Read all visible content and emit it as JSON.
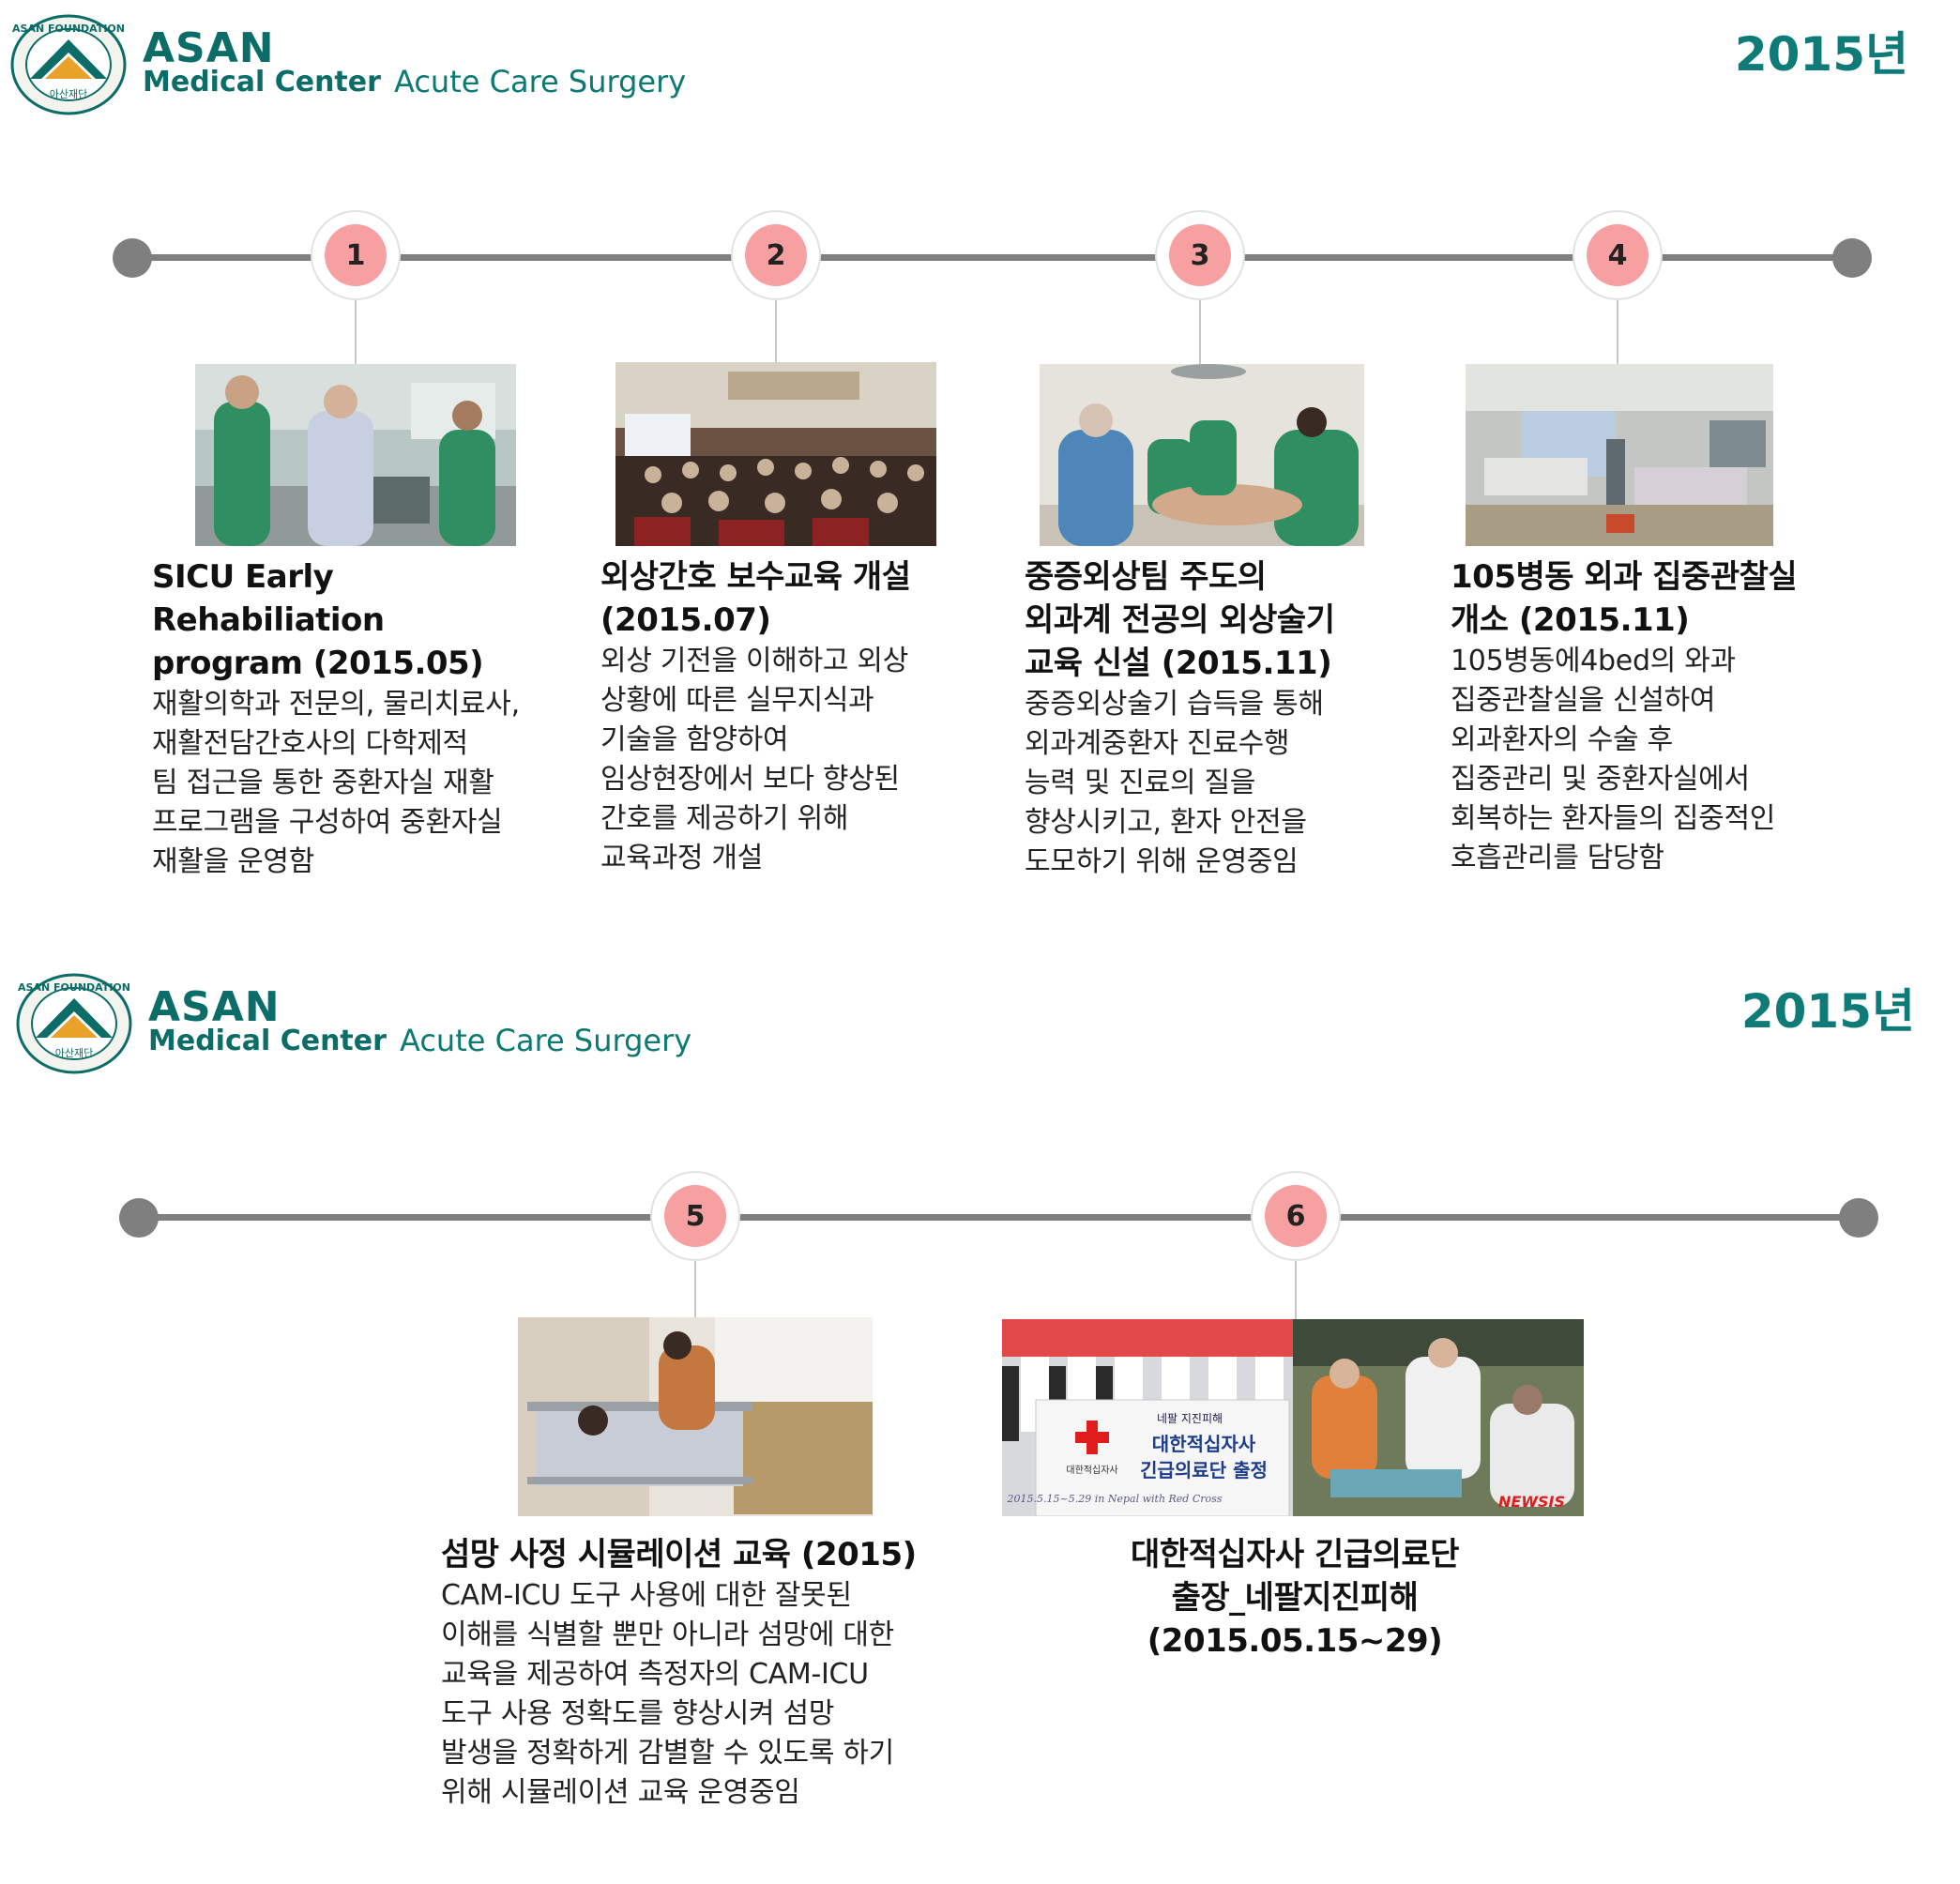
{
  "panels": [
    {
      "brand": {
        "name": "ASAN",
        "subname": "Medical Center",
        "department": "Acute Care Surgery",
        "logo_ring_text": "ASAN FOUNDATION",
        "logo_korean": "아산재단"
      },
      "year": "2015년",
      "items": [
        {
          "number": "1",
          "title": "SICU Early Rehabiliation\nprogram (2015.05)",
          "desc": "재활의학과 전문의, 물리치료사,\n재활전담간호사의 다학제적\n팀 접근을 통한 중환자실 재활\n프로그램을 구성하여 중환자실\n재활을 운영함"
        },
        {
          "number": "2",
          "title": "외상간호 보수교육 개설\n(2015.07)",
          "desc": "외상 기전을 이해하고 외상\n상황에 따른 실무지식과\n기술을 함양하여\n임상현장에서 보다 향상된\n간호를 제공하기 위해\n교육과정 개설"
        },
        {
          "number": "3",
          "title": "중증외상팀 주도의\n외과계 전공의 외상술기\n교육 신설 (2015.11)",
          "desc": "중증외상술기 습득을 통해\n외과계중환자 진료수행\n능력 및 진료의 질을\n향상시키고, 환자 안전을\n도모하기 위해 운영중임"
        },
        {
          "number": "4",
          "title": "105병동 외과 집중관찰실\n개소 (2015.11)",
          "desc": "105병동에4bed의 와과\n집중관찰실을 신설하여\n외과환자의 수술 후\n집중관리 및 중환자실에서\n회복하는 환자들의 집중적인\n호흡관리를 담당함"
        }
      ]
    },
    {
      "brand": {
        "name": "ASAN",
        "subname": "Medical Center",
        "department": "Acute Care Surgery",
        "logo_ring_text": "ASAN FOUNDATION",
        "logo_korean": "아산재단"
      },
      "year": "2015년",
      "items": [
        {
          "number": "5",
          "title": "섬망 사정 시뮬레이션 교육 (2015)",
          "desc": "CAM-ICU 도구 사용에 대한 잘못된\n이해를 식별할 뿐만 아니라 섬망에 대한\n교육을 제공하여 측정자의 CAM-ICU\n도구 사용 정확도를 향상시켜 섬망\n발생을 정확하게 감별할 수 있도록 하기\n위해  시뮬레이션 교육 운영중임"
        },
        {
          "number": "6",
          "title": "대한적십자사 긴급의료단\n출장_네팔지진피해\n(2015.05.15~29)",
          "desc": "",
          "photo_text": {
            "banner_line1": "네팔 지진피해",
            "banner_line2": "대한적십자사",
            "banner_line3": "긴급의료단 출정",
            "banner_org": "대한적십자사",
            "banner_caption": "2015.5.15~5.29 in Nepal with Red Cross",
            "watermark": "NEWSIS"
          }
        }
      ]
    }
  ],
  "colors": {
    "brand_teal": "#0c6c68",
    "year_teal": "#0e7b78",
    "node_pink": "#f7a0a2",
    "timeline_gray": "#7f7f7f"
  }
}
